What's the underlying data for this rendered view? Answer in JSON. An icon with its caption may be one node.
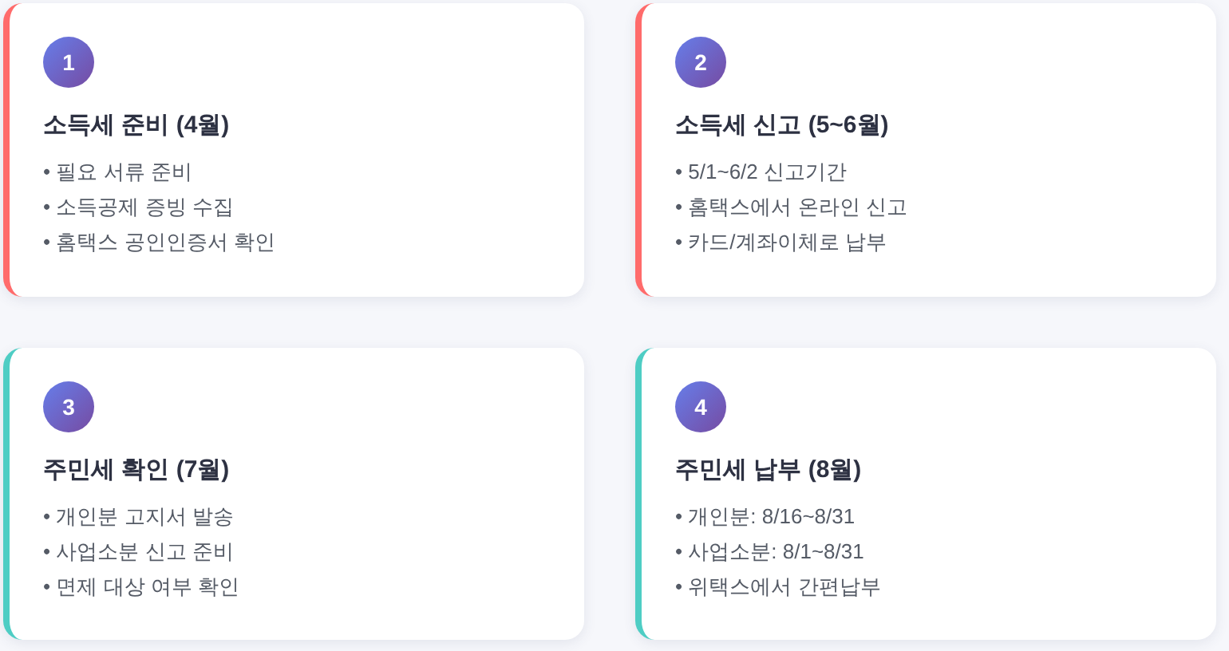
{
  "diagram": {
    "nodes": [
      {
        "text": [
          "소득세 준비 (4월)",
          "• 필요 서류 준비",
          "• 소득공제 증빙 수집",
          "• 홈택스 공인인증서 확인"
        ]
      },
      {
        "text": [
          "1"
        ],
        "in": 0
      },
      {
        "text": [
          "소득세 신고 (5~6월)",
          "• 5/1~6/2 신고기간",
          "• 홈택스에서 온라인 신고",
          "• 카드/계좌이체로 납부"
        ]
      },
      {
        "text": [
          "2"
        ],
        "in": 2
      },
      {
        "text": [
          "주민세 확인 (7월)",
          "• 개인분 고지서 발송",
          "• 사업소분 신고 준비",
          "• 면제 대상 여부 확인"
        ]
      },
      {
        "text": [
          "3"
        ],
        "in": 4
      },
      {
        "text": [
          "주민세 납부 (8월)",
          "• 개인분: 8/16~8/31",
          "• 사업소분: 8/1~8/31",
          "• 위택스에서 간편납부"
        ]
      },
      {
        "text": [
          "4"
        ],
        "in": 6
      }
    ]
  }
}
